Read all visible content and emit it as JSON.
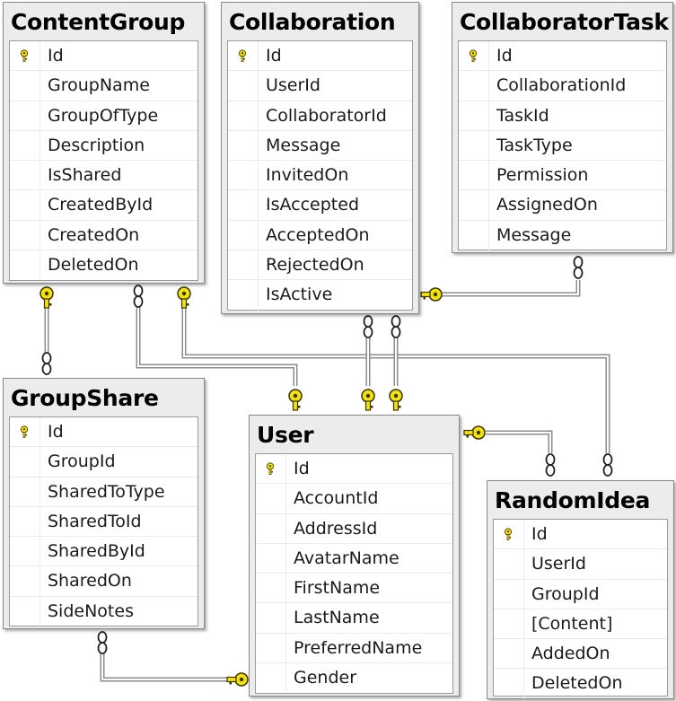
{
  "tables": [
    {
      "id": "contentgroup",
      "name": "ContentGroup",
      "columns": [
        {
          "name": "Id",
          "pk": true
        },
        {
          "name": "GroupName"
        },
        {
          "name": "GroupOfType"
        },
        {
          "name": "Description"
        },
        {
          "name": "IsShared"
        },
        {
          "name": "CreatedById"
        },
        {
          "name": "CreatedOn"
        },
        {
          "name": "DeletedOn"
        }
      ]
    },
    {
      "id": "collaboration",
      "name": "Collaboration",
      "columns": [
        {
          "name": "Id",
          "pk": true
        },
        {
          "name": "UserId"
        },
        {
          "name": "CollaboratorId"
        },
        {
          "name": "Message"
        },
        {
          "name": "InvitedOn"
        },
        {
          "name": "IsAccepted"
        },
        {
          "name": "AcceptedOn"
        },
        {
          "name": "RejectedOn"
        },
        {
          "name": "IsActive"
        }
      ]
    },
    {
      "id": "collaboratortask",
      "name": "CollaboratorTask",
      "columns": [
        {
          "name": "Id",
          "pk": true
        },
        {
          "name": "CollaborationId"
        },
        {
          "name": "TaskId"
        },
        {
          "name": "TaskType"
        },
        {
          "name": "Permission"
        },
        {
          "name": "AssignedOn"
        },
        {
          "name": "Message"
        }
      ]
    },
    {
      "id": "groupshare",
      "name": "GroupShare",
      "columns": [
        {
          "name": "Id",
          "pk": true
        },
        {
          "name": "GroupId"
        },
        {
          "name": "SharedToType"
        },
        {
          "name": "SharedToId"
        },
        {
          "name": "SharedById"
        },
        {
          "name": "SharedOn"
        },
        {
          "name": "SideNotes"
        }
      ]
    },
    {
      "id": "user",
      "name": "User",
      "columns": [
        {
          "name": "Id",
          "pk": true
        },
        {
          "name": "AccountId"
        },
        {
          "name": "AddressId"
        },
        {
          "name": "AvatarName"
        },
        {
          "name": "FirstName"
        },
        {
          "name": "LastName"
        },
        {
          "name": "PreferredName"
        },
        {
          "name": "Gender"
        }
      ]
    },
    {
      "id": "randomidea",
      "name": "RandomIdea",
      "columns": [
        {
          "name": "Id",
          "pk": true
        },
        {
          "name": "UserId"
        },
        {
          "name": "GroupId"
        },
        {
          "name": "[Content]"
        },
        {
          "name": "AddedOn"
        },
        {
          "name": "DeletedOn"
        }
      ]
    }
  ],
  "relationships": [
    {
      "one": "contentgroup",
      "many": "groupshare"
    },
    {
      "one": "user",
      "many": "contentgroup"
    },
    {
      "one": "contentgroup",
      "many": "randomidea"
    },
    {
      "one": "user",
      "many": "collaboration"
    },
    {
      "one": "user",
      "many": "collaboration"
    },
    {
      "one": "collaboration",
      "many": "collaboratortask"
    },
    {
      "one": "user",
      "many": "randomidea"
    },
    {
      "one": "user",
      "many": "groupshare"
    }
  ],
  "colors": {
    "key": "#f2e20c",
    "line": "#8c8c8c",
    "header": "#ececec"
  }
}
